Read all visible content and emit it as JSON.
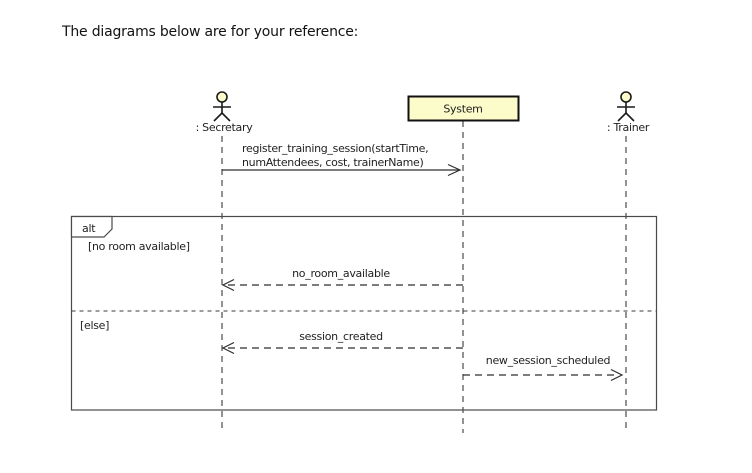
{
  "page": {
    "intro_text": "The diagrams below are for your reference:"
  },
  "diagram": {
    "kind": "uml-sequence-diagram",
    "colors": {
      "object_fill": "#fcfccb",
      "actor_head_fill": "#fcfccb",
      "line_color": "#2f2f2f",
      "frame_color": "#4a4a4a"
    },
    "lifelines": {
      "secretary": {
        "label": ": Secretary",
        "kind": "actor"
      },
      "system": {
        "label": "System",
        "kind": "object"
      },
      "trainer": {
        "label": ": Trainer",
        "kind": "actor"
      }
    },
    "fragment": {
      "operator": "alt",
      "guard_no_room": "[no room available]",
      "guard_else": "[else]"
    },
    "messages": {
      "register": {
        "line1": "register_training_session(startTime,",
        "line2": "numAttendees, cost, trainerName)",
        "from": ": Secretary",
        "to": "System",
        "line_style": "solid"
      },
      "no_room": {
        "label": "no_room_available",
        "from": "System",
        "to": ": Secretary",
        "line_style": "dashed"
      },
      "session_created": {
        "label": "session_created",
        "from": "System",
        "to": ": Secretary",
        "line_style": "dashed"
      },
      "new_session": {
        "label": "new_session_scheduled",
        "from": "System",
        "to": ": Trainer",
        "line_style": "dashed"
      }
    }
  }
}
